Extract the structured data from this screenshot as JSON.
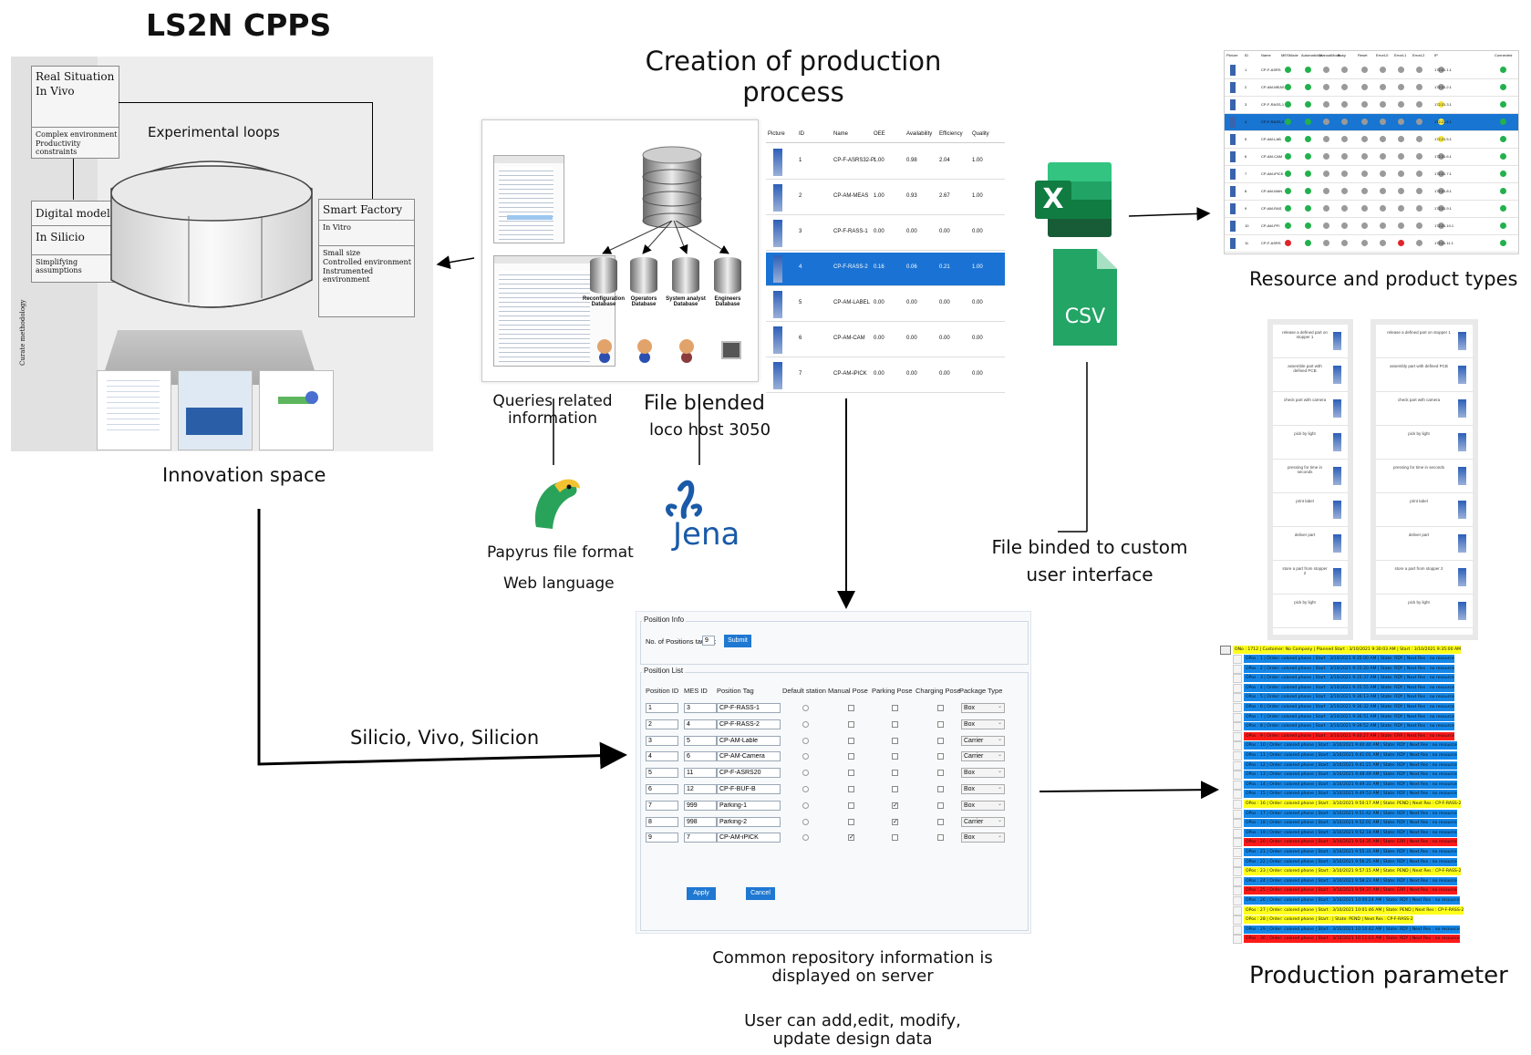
{
  "title": "LS2N CPPS",
  "section_title": "Creation of production process",
  "left": {
    "real_situation": "Real Situation",
    "in_vivo": "In Vivo",
    "complex_env": "Complex environment",
    "productivity": "Productivity constraints",
    "experimental_loops": "Experimental loops",
    "digital_models": "Digital models",
    "in_silicio": "In Silicio",
    "simplifying": "Simplifying assumptions",
    "smart_factory": "Smart Factory",
    "in_vitro": "In Vitro",
    "small_size": "Small size",
    "controlled_env": "Controlled environment",
    "instrumented_env": "Instrumented environment",
    "curate": "Curate methodology",
    "innovation_space": "Innovation space"
  },
  "db": {
    "reconfig": "Reconfiguration Database",
    "operators": "Operators Database",
    "system_analyst": "System analyst Database",
    "engineers": "Engineers Database"
  },
  "labels": {
    "queries": "Queries related information",
    "file_blended": "File blended",
    "loco_host": "loco host 3050",
    "papyrus": "Papyrus file format",
    "web_language": "Web language",
    "jena": "Jena",
    "silicio_vivo": "Silicio, Vivo, Silicion",
    "file_binded": "File binded to custom user interface",
    "resource_types": "Resource and product types",
    "production_parameter": "Production parameter",
    "common_repo": "Common repository information is displayed on server",
    "user_can": "User can add,edit, modify, update design data",
    "excel_letter": "X",
    "csv": "CSV"
  },
  "resource_table": {
    "headers": [
      "Picture",
      "ID",
      "Name",
      "OEE",
      "Availability",
      "Efficiency",
      "Quality"
    ],
    "rows": [
      [
        "1",
        "CP-F-ASRS32-P",
        "1.00",
        "0.98",
        "2.04",
        "1.00"
      ],
      [
        "2",
        "CP-AM-MEAS",
        "1.00",
        "0.93",
        "2.67",
        "1.00"
      ],
      [
        "3",
        "CP-F-RASS-1",
        "0.00",
        "0.00",
        "0.00",
        "0.00"
      ],
      [
        "4",
        "CP-F-RASS-2",
        "0.16",
        "0.06",
        "0.21",
        "1.00"
      ],
      [
        "5",
        "CP-AM-LABEL",
        "0.00",
        "0.00",
        "0.00",
        "0.00"
      ],
      [
        "6",
        "CP-AM-CAM",
        "0.00",
        "0.00",
        "0.00",
        "0.00"
      ],
      [
        "7",
        "CP-AM-iPICK",
        "0.00",
        "0.00",
        "0.00",
        "0.00"
      ]
    ],
    "selected_row": 3
  },
  "status_table": {
    "headers": [
      "Picture",
      "ID",
      "Name",
      "MESMode",
      "AutomaticMo",
      "ManualMode",
      "Busy",
      "Reset",
      "ErrorL0",
      "ErrorL1",
      "ErrorL2",
      "IP",
      "Connected"
    ],
    "rows": [
      {
        "id": "1",
        "name": "CP-F-ASRS",
        "ip": "172.21.1.1"
      },
      {
        "id": "2",
        "name": "CP-AM-MEAS",
        "ip": "172.21.2.1"
      },
      {
        "id": "3",
        "name": "CP-F-RASS-1",
        "ip": "172.21.3.1"
      },
      {
        "id": "4",
        "name": "CP-F-RASS-2",
        "ip": "172.21.4.1"
      },
      {
        "id": "5",
        "name": "CP-AM-LAB",
        "ip": "172.21.5.1"
      },
      {
        "id": "6",
        "name": "CP-AM-CAM",
        "ip": "172.21.6.1"
      },
      {
        "id": "7",
        "name": "CP-AM-iPICK",
        "ip": "172.21.7.1"
      },
      {
        "id": "8",
        "name": "CP-AM-MAN",
        "ip": "172.21.8.1"
      },
      {
        "id": "9",
        "name": "CP-AM-RAS",
        "ip": "172.21.9.1"
      },
      {
        "id": "10",
        "name": "CP-AM-PFI",
        "ip": "172.21.10.1"
      },
      {
        "id": "11",
        "name": "CP-F-ASRS",
        "ip": "172.21.11.1"
      }
    ],
    "selected_row": 3,
    "colors": {
      "green": "#22b14c",
      "grey": "#9a9a9a",
      "yellow": "#f5e63b",
      "red": "#e0242b",
      "blue": "#1875d1"
    }
  },
  "process_steps_left": [
    "release a defined part on stopper 1",
    "assemble part with defined PCB",
    "check part with camera",
    "pick by light",
    "pressing for time in seconds",
    "print label",
    "deliver part",
    "store a part from stopper 2",
    "pick by light"
  ],
  "process_steps_right": [
    "release a defined part on stopper 1",
    "assembly part with defined PCB",
    "check part with camera",
    "pick by light",
    "pressing for time in seconds",
    "print label",
    "deliver part",
    "store a part from stopper 2",
    "pick by light"
  ],
  "position_form": {
    "info_legend": "Position Info",
    "taught_label": "No. of Positions taught:",
    "taught_value": "9",
    "submit": "Submit",
    "list_legend": "Position List",
    "headers": [
      "Position ID",
      "MES ID",
      "Position Tag",
      "Default station",
      "Manual Pose",
      "Parking Pose",
      "Charging Pose",
      "Package Type"
    ],
    "rows": [
      {
        "pid": "1",
        "mes": "3",
        "tag": "CP-F-RASS-1",
        "manual": false,
        "parking": false,
        "pkg": "Box"
      },
      {
        "pid": "2",
        "mes": "4",
        "tag": "CP-F-RASS-2",
        "manual": false,
        "parking": false,
        "pkg": "Box"
      },
      {
        "pid": "3",
        "mes": "5",
        "tag": "CP-AM-Lable",
        "manual": false,
        "parking": false,
        "pkg": "Carrier"
      },
      {
        "pid": "4",
        "mes": "6",
        "tag": "CP-AM-Camera",
        "manual": false,
        "parking": false,
        "pkg": "Carrier"
      },
      {
        "pid": "5",
        "mes": "11",
        "tag": "CP-F-ASRS20",
        "manual": false,
        "parking": false,
        "pkg": "Box"
      },
      {
        "pid": "6",
        "mes": "12",
        "tag": "CP-F-BUF-B",
        "manual": false,
        "parking": false,
        "pkg": "Box"
      },
      {
        "pid": "7",
        "mes": "999",
        "tag": "Parking-1",
        "manual": false,
        "parking": true,
        "pkg": "Box"
      },
      {
        "pid": "8",
        "mes": "998",
        "tag": "Parking-2",
        "manual": false,
        "parking": true,
        "pkg": "Carrier"
      },
      {
        "pid": "9",
        "mes": "7",
        "tag": "CP-AM-iPICK",
        "manual": true,
        "parking": false,
        "pkg": "Box"
      }
    ],
    "apply": "Apply",
    "cancel": "Cancel"
  },
  "order_list": {
    "header": "ONo : 1712 | Customer: No Company | Planned Start : 3/10/2021 9:30:03 AM | Start : 3/10/2021 9:35:00 AM",
    "rows": [
      {
        "t": "OPos : 1 | Order: colored phone | Start : 3/10/2021 9:35:00 AM | State: RDY | Next Res : no resource",
        "c": "blue"
      },
      {
        "t": "OPos : 2 | Order: colored phone | Start : 3/10/2021 9:35:20 AM | State: RDY | Next Res : no resource",
        "c": "blue"
      },
      {
        "t": "OPos : 3 | Order: colored phone | Start : 3/10/2021 9:35:37 AM | State: RDY | Next Res : no resource",
        "c": "blue"
      },
      {
        "t": "OPos : 4 | Order: colored phone | Start : 3/10/2021 9:35:55 AM | State: RDY | Next Res : no resource",
        "c": "blue"
      },
      {
        "t": "OPos : 5 | Order: colored phone | Start : 3/10/2021 9:36:13 AM | State: RDY | Next Res : no resource",
        "c": "blue"
      },
      {
        "t": "OPos : 6 | Order: colored phone | Start : 3/10/2021 9:36:32 AM | State: RDY | Next Res : no resource",
        "c": "blue"
      },
      {
        "t": "OPos : 7 | Order: colored phone | Start : 3/10/2021 9:36:51 AM | State: RDY | Next Res : no resource",
        "c": "blue"
      },
      {
        "t": "OPos : 8 | Order: colored phone | Start : 3/10/2021 9:39:52 AM | State: RDY | Next Res : no resource",
        "c": "blue"
      },
      {
        "t": "OPos : 9 | Order: colored phone | Start : 3/10/2021 9:40:27 AM | State: ERR | Next Res : no resource",
        "c": "red"
      },
      {
        "t": "OPos : 10 | Order: colored phone | Start : 3/10/2021 9:40:40 AM | State: RDY | Next Res : no resource",
        "c": "blue"
      },
      {
        "t": "OPos : 11 | Order: colored phone | Start : 3/10/2021 9:41:01 AM | State: RDY | Next Res : no resource",
        "c": "blue"
      },
      {
        "t": "OPos : 12 | Order: colored phone | Start : 3/10/2021 9:41:21 AM | State: RDY | Next Res : no resource",
        "c": "blue"
      },
      {
        "t": "OPos : 13 | Order: colored phone | Start : 3/10/2021 9:48:49 AM | State: RDY | Next Res : no resource",
        "c": "blue"
      },
      {
        "t": "OPos : 14 | Order: colored phone | Start : 3/10/2021 9:49:31 AM | State: RDY | Next Res : no resource",
        "c": "blue"
      },
      {
        "t": "OPos : 15 | Order: colored phone | Start : 3/10/2021 9:49:53 AM | State: RDY | Next Res : no resource",
        "c": "blue"
      },
      {
        "t": "OPos : 16 | Order: colored phone | Start : 3/10/2021 9:50:17 AM | State: PEND | Next Res : CP-F-RASS-2",
        "c": "yellow"
      },
      {
        "t": "OPos : 17 | Order: colored phone | Start : 3/10/2021 9:51:42 AM | State: RDY | Next Res : no resource",
        "c": "blue"
      },
      {
        "t": "OPos : 18 | Order: colored phone | Start : 3/10/2021 9:52:01 AM | State: RDY | Next Res : no resource",
        "c": "blue"
      },
      {
        "t": "OPos : 19 | Order: colored phone | Start : 3/10/2021 9:52:18 AM | State: RDY | Next Res : no resource",
        "c": "blue"
      },
      {
        "t": "OPos : 20 | Order: colored phone | Start : 3/10/2021 9:54:35 AM | State: ERR | Next Res : no resource",
        "c": "red"
      },
      {
        "t": "OPos : 21 | Order: colored phone | Start : 3/10/2021 9:55:31 AM | State: RDY | Next Res : no resource",
        "c": "blue"
      },
      {
        "t": "OPos : 22 | Order: colored phone | Start : 3/10/2021 9:56:25 AM | State: RDY | Next Res : no resource",
        "c": "blue"
      },
      {
        "t": "OPos : 23 | Order: colored phone | Start : 3/10/2021 9:57:15 AM | State: PEND | Next Res : CP-F-RASS-2",
        "c": "yellow"
      },
      {
        "t": "OPos : 24 | Order: colored phone | Start : 3/10/2021 9:58:23 AM | State: RDY | Next Res : no resource",
        "c": "blue"
      },
      {
        "t": "OPos : 25 | Order: colored phone | Start : 3/10/2021 9:59:37 AM | State: ERR | Next Res : no resource",
        "c": "red"
      },
      {
        "t": "OPos : 26 | Order: colored phone | Start : 3/10/2021 10:00:24 AM | State: RDY | Next Res : no resource",
        "c": "blue"
      },
      {
        "t": "OPos : 27 | Order: colored phone | Start : 3/10/2021 10:01:46 AM | State: PEND | Next Res : CP-F-RASS-2",
        "c": "yellow"
      },
      {
        "t": "OPos : 28 | Order: colored phone | Start : | State: PEND | Next Res : CP-F-RASS-2",
        "c": "yellow"
      },
      {
        "t": "OPos : 29 | Order: colored phone | Start : 3/10/2021 10:10:42 AM | State: RDY | Next Res : no resource",
        "c": "blue"
      },
      {
        "t": "OPos : 30 | Order: colored phone | Start : 3/10/2021 10:11:03 AM | State: RDY | Next Res : no resource",
        "c": "red"
      }
    ]
  }
}
